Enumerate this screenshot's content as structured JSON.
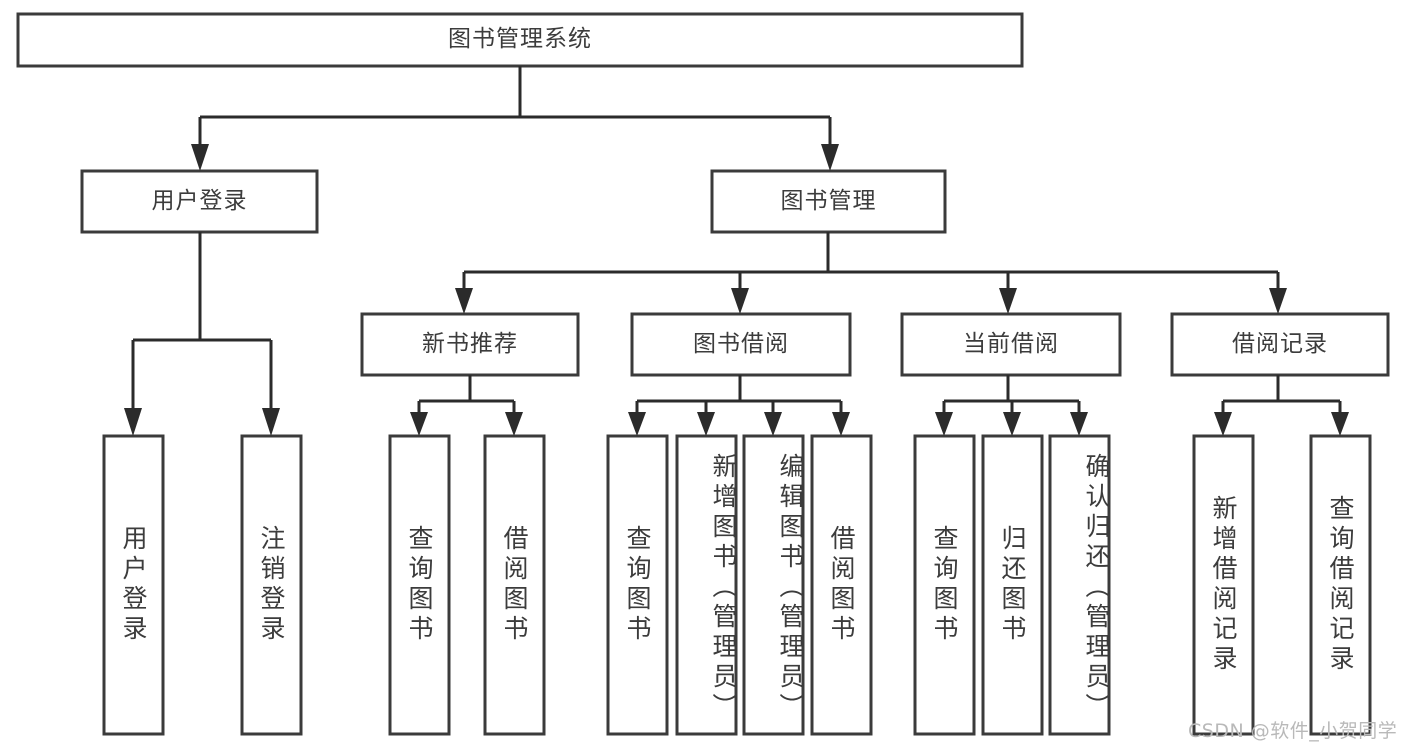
{
  "diagram": {
    "title": "图书管理系统",
    "type": "tree-hierarchy-diagram",
    "colors": {
      "box_stroke": "#3b3b3b",
      "connector": "#2b2b2b",
      "background": "#ffffff",
      "text": "#3c3c3c",
      "watermark": "#b9b9b9"
    },
    "root": {
      "label": "图书管理系统"
    },
    "level1": [
      {
        "label": "用户登录"
      },
      {
        "label": "图书管理"
      }
    ],
    "level2": [
      {
        "label": "新书推荐"
      },
      {
        "label": "图书借阅"
      },
      {
        "label": "当前借阅"
      },
      {
        "label": "借阅记录"
      }
    ],
    "leaves": {
      "user_login": [
        {
          "label": "用户登录"
        },
        {
          "label": "注销登录"
        }
      ],
      "new_book_recommend": [
        {
          "label": "查询图书"
        },
        {
          "label": "借阅图书"
        }
      ],
      "book_borrow": [
        {
          "label": "查询图书"
        },
        {
          "label": "新增图书（管理员）"
        },
        {
          "label": "编辑图书（管理员）"
        },
        {
          "label": "借阅图书"
        }
      ],
      "current_borrow": [
        {
          "label": "查询图书"
        },
        {
          "label": "归还图书"
        },
        {
          "label": "确认归还（管理员）"
        }
      ],
      "borrow_record": [
        {
          "label": "新增借阅记录"
        },
        {
          "label": "查询借阅记录"
        }
      ]
    }
  },
  "watermark": {
    "text": "CSDN @软件_小贺同学"
  }
}
